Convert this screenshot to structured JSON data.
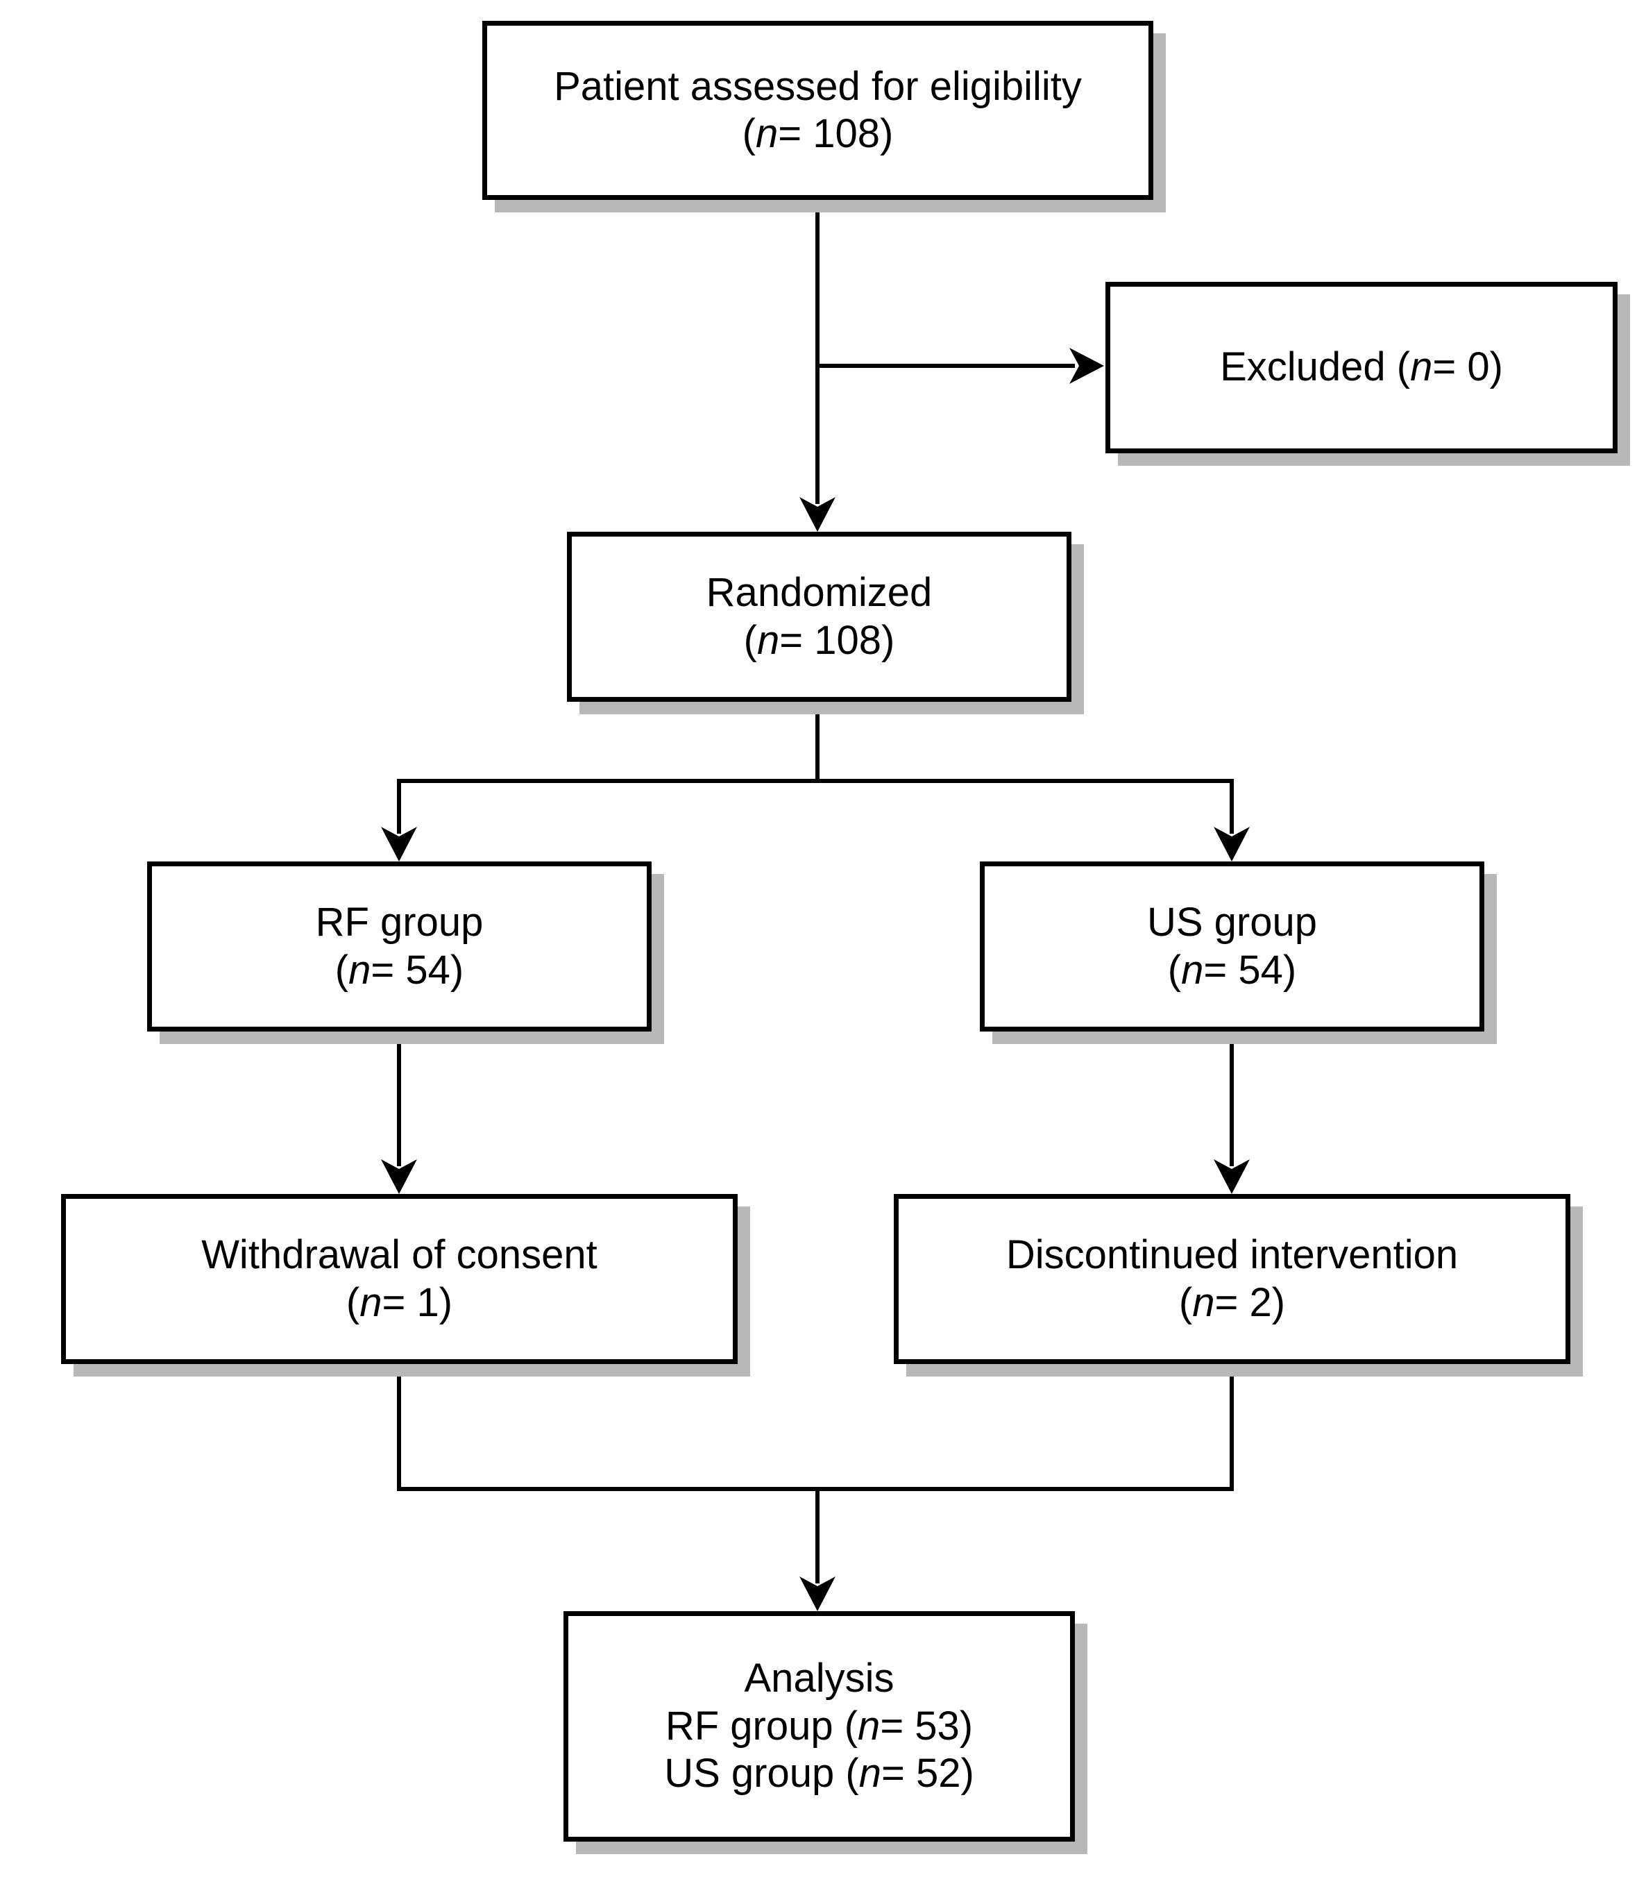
{
  "diagram": {
    "boxes": {
      "eligibility": {
        "title": "Patient assessed for eligibility",
        "count_open": "(",
        "count_n": "n",
        "count_rest": "= 108)"
      },
      "excluded": {
        "label_prefix": "Excluded (",
        "count_n": "n",
        "count_rest": "= 0)"
      },
      "randomized": {
        "title": "Randomized",
        "count_open": "(",
        "count_n": "n",
        "count_rest": "= 108)"
      },
      "rf_group": {
        "title": "RF group",
        "count_open": "(",
        "count_n": "n",
        "count_rest": "= 54)"
      },
      "us_group": {
        "title": "US group",
        "count_open": "(",
        "count_n": "n",
        "count_rest": "= 54)"
      },
      "withdrawal": {
        "title": "Withdrawal of consent",
        "count_open": "(",
        "count_n": "n",
        "count_rest": "= 1)"
      },
      "discontinued": {
        "title": "Discontinued intervention",
        "count_open": "(",
        "count_n": "n",
        "count_rest": "= 2)"
      },
      "analysis": {
        "title": "Analysis",
        "rf_prefix": "RF group (",
        "rf_n": "n",
        "rf_rest": "= 53)",
        "us_prefix": "US group (",
        "us_n": "n",
        "us_rest": "= 52)"
      }
    },
    "colors": {
      "line": "#000000",
      "box_border": "#000000",
      "box_fill": "#ffffff",
      "shadow": "#b8b8b8"
    }
  }
}
